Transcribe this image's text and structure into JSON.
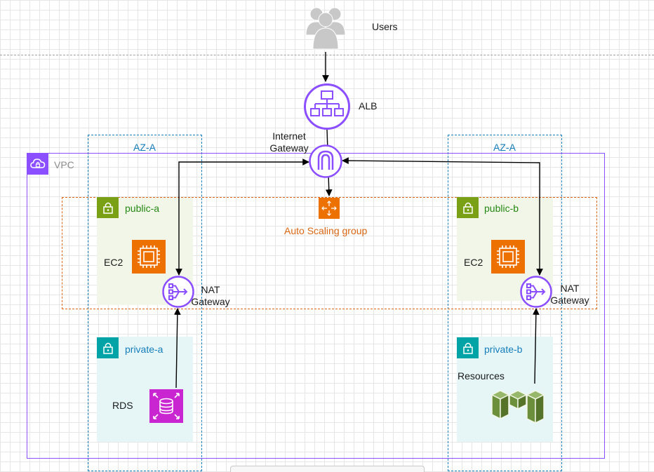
{
  "nodes": {
    "users": "Users",
    "alb": "ALB",
    "igw_line1": "Internet",
    "igw_line2": "Gateway",
    "asg": "Auto Scaling group",
    "vpc": "VPC",
    "az_left": "AZ-A",
    "az_right": "AZ-A",
    "public_a": "public-a",
    "public_b": "public-b",
    "private_a": "private-a",
    "private_b": "private-b",
    "ec2_a": "EC2",
    "ec2_b": "EC2",
    "nat_a_line1": "NAT",
    "nat_a_line2": "Gateway",
    "nat_b_line1": "NAT",
    "nat_b_line2": "Gateway",
    "rds": "RDS",
    "resources": "Resources"
  },
  "icons": {
    "users": "users-group-icon",
    "alb": "load-balancer-icon",
    "igw": "internet-gateway-icon",
    "asg": "auto-scaling-icon",
    "ec2": "ec2-instance-icon",
    "nat": "nat-gateway-icon",
    "rds": "rds-database-icon",
    "resources": "resources-cubes-icon",
    "subnet": "padlock-icon",
    "vpc": "vpc-cloud-icon"
  },
  "colors": {
    "vpc_border": "#8c4fff",
    "az_border": "#147eba",
    "asg_border": "#d86613",
    "public_subnet_bg": "#f2f6e8",
    "private_subnet_bg": "#e6f6f7",
    "public_tag": "#7aa116",
    "private_tag": "#00a4a6",
    "ec2_orange": "#ed7100",
    "rds_magenta": "#c925d1",
    "resources_green": "#6b8f3a"
  },
  "edges": [
    {
      "from": "Users",
      "to": "ALB"
    },
    {
      "from": "ALB",
      "to": "Auto Scaling group"
    },
    {
      "from": "Internet Gateway",
      "to": "NAT Gateway (public-a)",
      "bidirectional": true
    },
    {
      "from": "Internet Gateway",
      "to": "NAT Gateway (public-b)",
      "bidirectional": true
    },
    {
      "from": "RDS",
      "to": "NAT Gateway (public-a)"
    },
    {
      "from": "Resources",
      "to": "NAT Gateway (public-b)"
    }
  ]
}
